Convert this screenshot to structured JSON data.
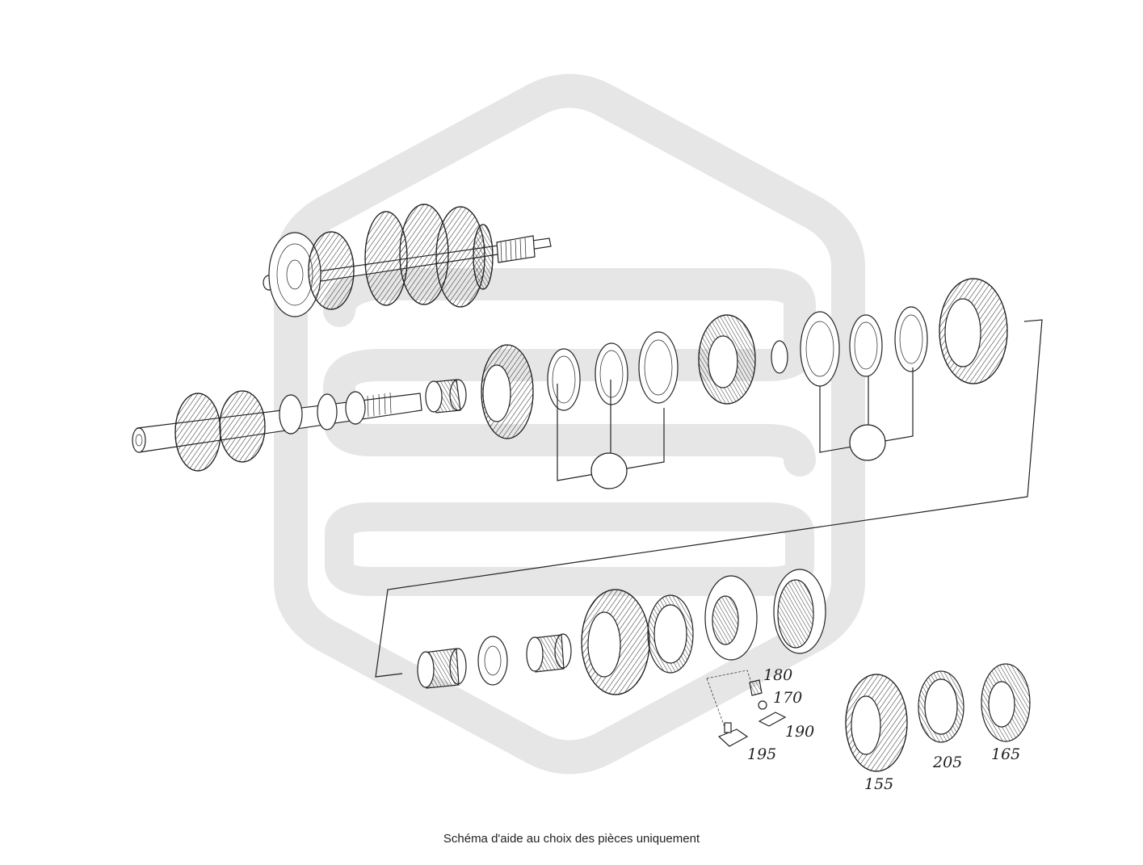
{
  "callouts": {
    "c180": "180",
    "c170": "170",
    "c190": "190",
    "c195": "195",
    "c155": "155",
    "c205": "205",
    "c165": "165"
  },
  "caption": "Schéma d'aide au choix des pièces uniquement",
  "colors": {
    "watermark": "#e6e6e6",
    "ink": "#222222"
  }
}
